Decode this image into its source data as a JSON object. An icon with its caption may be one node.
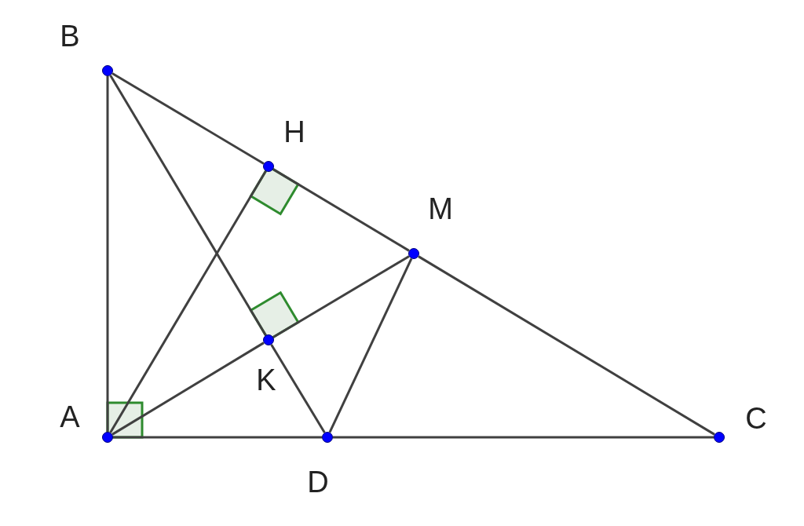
{
  "diagram": {
    "nodes": [
      {
        "text": [
          "B"
        ]
      },
      {
        "text": [
          "H"
        ]
      },
      {
        "text": [
          "M"
        ]
      },
      {
        "text": [
          "K"
        ]
      },
      {
        "text": [
          "A"
        ]
      },
      {
        "text": [
          "D"
        ]
      },
      {
        "text": [
          "C"
        ]
      }
    ],
    "edges": [
      {
        "from": 4,
        "to": 0,
        "arrow": "none"
      },
      {
        "from": 0,
        "to": 1,
        "arrow": "none"
      },
      {
        "from": 1,
        "to": 2,
        "arrow": "none"
      },
      {
        "from": 2,
        "to": 6,
        "arrow": "none"
      },
      {
        "from": 4,
        "to": 5,
        "arrow": "none"
      },
      {
        "from": 5,
        "to": 6,
        "arrow": "none"
      },
      {
        "from": 4,
        "to": 1,
        "arrow": "none"
      },
      {
        "from": 0,
        "to": 3,
        "arrow": "none"
      },
      {
        "from": 3,
        "to": 5,
        "arrow": "none"
      },
      {
        "from": 4,
        "to": 3,
        "arrow": "none"
      },
      {
        "from": 3,
        "to": 2,
        "arrow": "none"
      },
      {
        "from": 2,
        "to": 5,
        "arrow": "none"
      }
    ]
  }
}
